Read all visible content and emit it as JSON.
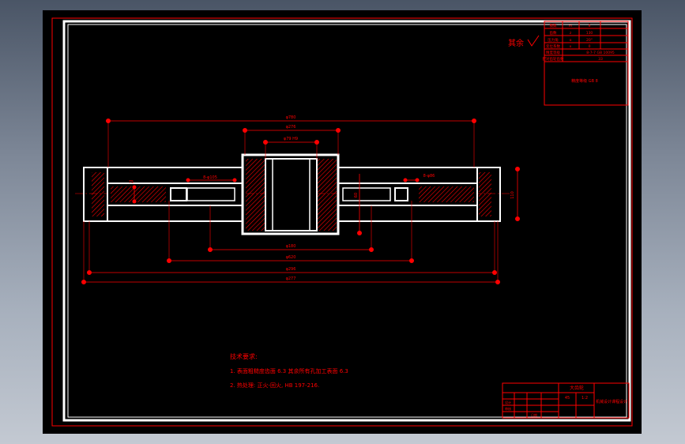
{
  "surface_finish": {
    "label": "其余",
    "symbol": "√"
  },
  "dimensions": {
    "d_outer": "φ780",
    "d_hub": "φ276",
    "d_bore": "φ79 H9",
    "d_rim_inner": "φ180",
    "d_web_inner": "φ620",
    "d_web_outer": "φ296",
    "d_rim_outer": "φ277",
    "hole_left": "8-φ105",
    "hole_right": "8-φ86",
    "hub_width": "110",
    "width_right": "60",
    "width_small": "75"
  },
  "tech_requirements": {
    "title": "技术要求:",
    "line1": "1. 表面粗糙度齿面 6.3  其余所有孔加工表面 6.3",
    "line2": "2. 热处理: 正火-回火, HB 197-216."
  },
  "gear_table": {
    "rows": [
      [
        "模数",
        "m",
        "6"
      ],
      [
        "齿数",
        "z",
        "130"
      ],
      [
        "压力角",
        "α",
        "20°"
      ],
      [
        "变位系数",
        "x",
        "0"
      ],
      [
        "精度等级",
        "",
        "8-7-7 GB 10095"
      ],
      [
        "配对齿轮齿数",
        "",
        "33"
      ]
    ],
    "note": "精度等级 GB 8"
  },
  "title_block": {
    "part_name": "大齿轮",
    "material": "45",
    "scale": "1:2",
    "quantity": "1",
    "drawing_no": "机械设计课程设计",
    "designer": "设计",
    "checker": "审核",
    "date": "日期"
  },
  "colors": {
    "sheet": "#000000",
    "border": "#ffffff",
    "frame": "#ff0000",
    "dimension": "#ff0000",
    "hatch": "#ff0000",
    "outline": "#ffffff"
  }
}
